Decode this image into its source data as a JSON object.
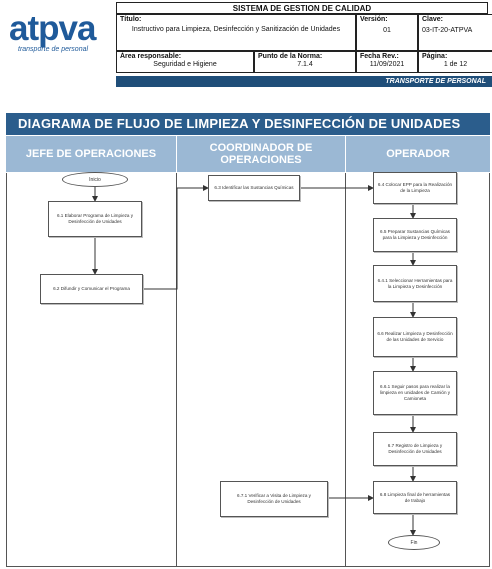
{
  "header": {
    "logo": "atpva",
    "logo_sub": "transporte de personal",
    "system_title": "SISTEMA DE GESTION DE CALIDAD",
    "titulo_label": "Título:",
    "titulo_value": "Instructivo para Limpieza, Desinfección y Sanitización de Unidades",
    "version_label": "Versión:",
    "version_value": "01",
    "clave_label": "Clave:",
    "clave_value": "03-IT-20-ATPVA",
    "area_label": "Área responsable:",
    "area_value": "Seguridad e Higiene",
    "norma_label": "Punto de la Norma:",
    "norma_value": "7.1.4",
    "fecha_label": "Fecha Rev.:",
    "fecha_value": "11/09/2021",
    "pagina_label": "Página:",
    "pagina_value": "1 de 12",
    "strip": "TRANSPORTE DE PERSONAL"
  },
  "diagram": {
    "title": "DIAGRAMA DE FLUJO DE LIMPIEZA Y DESINFECCIÓN DE UNIDADES",
    "lanes": [
      "JEFE DE OPERACIONES",
      "COORDINADOR DE OPERACIONES",
      "OPERADOR"
    ],
    "start": "Inicio",
    "end": "Fin",
    "jefe_steps": [
      "6.1 Elaborar Programa de Limpieza y Desinfección de Unidades",
      "6.2 Difundir y Comunicar el Programa"
    ],
    "coord_steps": [
      "6.3 Identificar las Sustancias Químicas",
      "6.7.1 Verificar a Visita de Limpieza y Desinfección de Unidades"
    ],
    "operador_steps": [
      "6.4 Colocar EPP para la Realización de la Limpieza",
      "6.5 Preparar Sustancias Químicas para la Limpieza y Desinfección",
      "6.4.1 Seleccionar Herramientas para la Limpieza y Desinfección",
      "6.6 Realizar Limpieza y Desinfección de las Unidades de Servicio",
      "6.6.1 Seguir pasos para realizar la limpieza en unidades de Camión y Camioneta",
      "6.7 Registro de Limpieza y Desinfección de Unidades",
      "6.8 Limpieza final de herramientas de trabajo"
    ]
  }
}
